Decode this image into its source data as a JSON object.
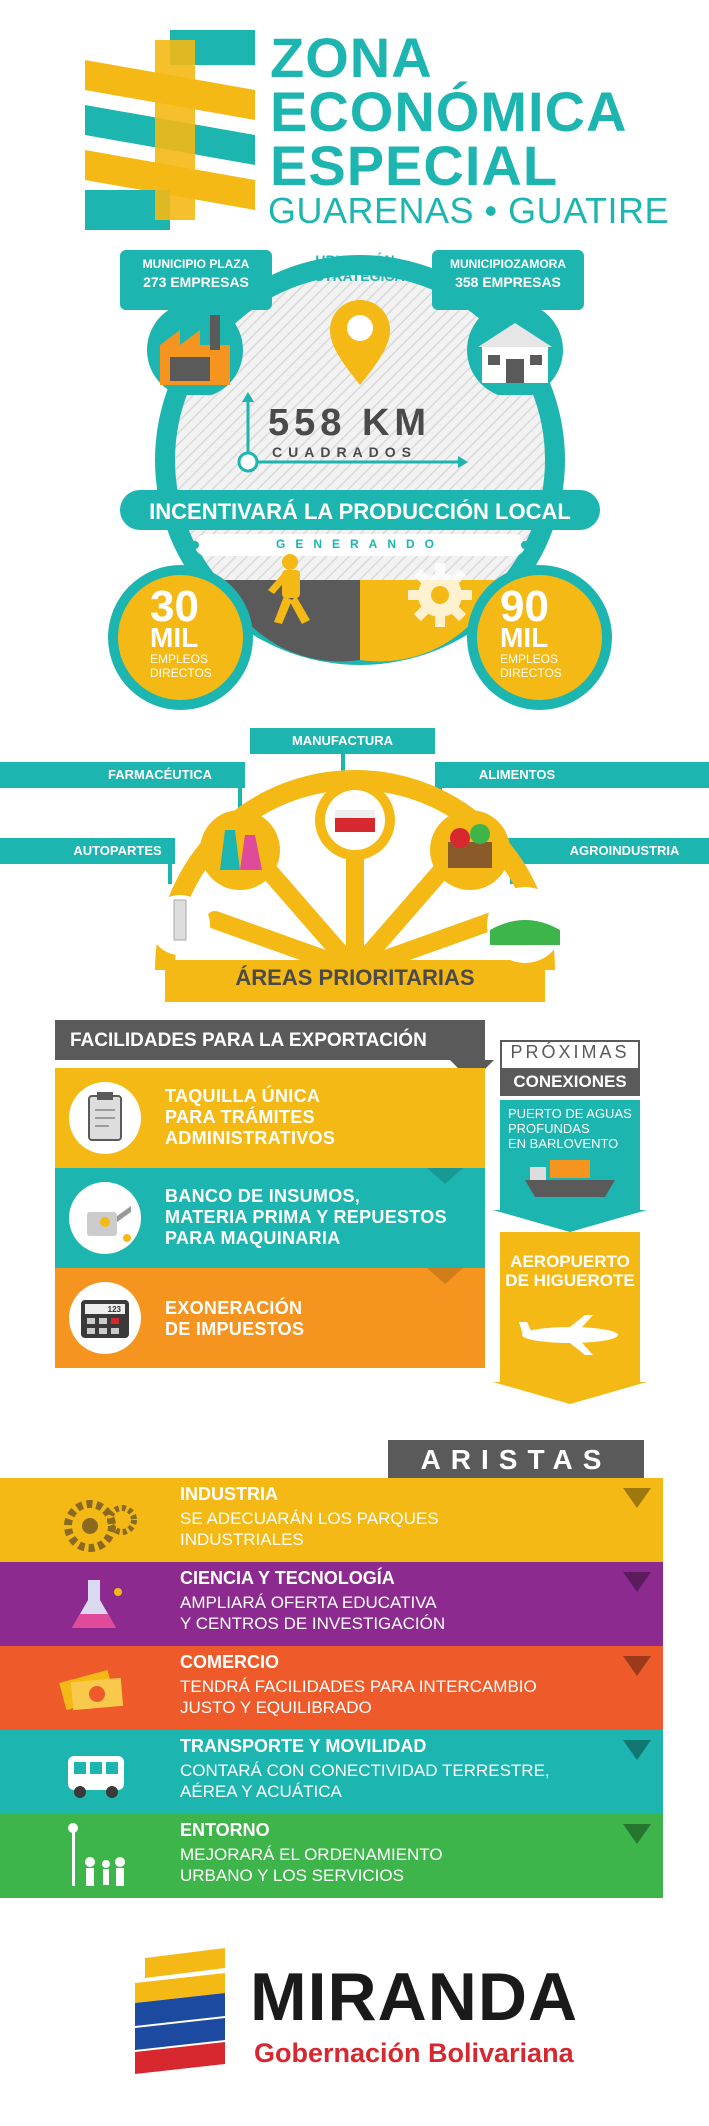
{
  "header": {
    "title_lines": [
      "ZONA",
      "ECONÓMICA",
      "ESPECIAL"
    ],
    "subtitle": "GUARENAS • GUATIRE"
  },
  "location": {
    "plaza": {
      "name": "MUNICIPIO PLAZA",
      "companies": "273 EMPRESAS"
    },
    "zamora": {
      "name": "MUNICIPIOZAMORA",
      "companies": "358 EMPRESAS"
    },
    "ubicacion": [
      "UBICACIÓN",
      "ESTRATÉGICA"
    ],
    "area_value": "558 KM",
    "area_unit": "CUADRADOS",
    "banner": "INCENTIVARÁ LA PRODUCCIÓN LOCAL",
    "generando": "GENERANDO",
    "left_jobs": {
      "num": "30",
      "unit": "MIL",
      "label": [
        "EMPLEOS",
        "DIRECTOS"
      ]
    },
    "right_jobs": {
      "num": "90",
      "unit": "MIL",
      "label": [
        "EMPLEOS",
        "DIRECTOS"
      ]
    }
  },
  "areas": {
    "sectors": {
      "manufactura": "MANUFACTURA",
      "farmaceutica": "FARMACÉUTICA",
      "alimentos": "ALIMENTOS",
      "autopartes": "AUTOPARTES",
      "agroindustria": "AGROINDUSTRIA"
    },
    "label": "ÁREAS PRIORITARIAS"
  },
  "export": {
    "title": "FACILIDADES PARA LA EXPORTACIÓN",
    "items": [
      {
        "lines": [
          "TAQUILLA ÚNICA",
          "PARA TRÁMITES",
          "ADMINISTRATIVOS"
        ],
        "color": "#f5b915"
      },
      {
        "lines": [
          "BANCO DE INSUMOS,",
          "MATERIA PRIMA Y REPUESTOS",
          "PARA MAQUINARIA"
        ],
        "color": "#1cb5b0"
      },
      {
        "lines": [
          "EXONERACIÓN",
          "DE IMPUESTOS"
        ],
        "color": "#f5951f"
      }
    ],
    "calc_display": "123"
  },
  "conexiones": {
    "title": [
      "PRÓXIMAS",
      "CONEXIONES"
    ],
    "puerto": [
      "PUERTO DE AGUAS",
      "PROFUNDAS",
      "EN BARLOVENTO"
    ],
    "aeropuerto": [
      "AEROPUERTO",
      "DE HIGUEROTE"
    ]
  },
  "aristas": {
    "title": "ARISTAS",
    "items": [
      {
        "head": "INDUSTRIA",
        "lines": [
          "SE ADECUARÁN LOS PARQUES",
          "INDUSTRIALES"
        ],
        "color": "#f5b915",
        "icon": "gears-icon"
      },
      {
        "head": "CIENCIA Y TECNOLOGÍA",
        "lines": [
          "AMPLIARÁ OFERTA EDUCATIVA",
          "Y CENTROS DE INVESTIGACIÓN"
        ],
        "color": "#8d2a8f",
        "icon": "flask-icon"
      },
      {
        "head": "COMERCIO",
        "lines": [
          "TENDRÁ FACILIDADES PARA INTERCAMBIO",
          "JUSTO Y EQUILIBRADO"
        ],
        "color": "#ef5a2a",
        "icon": "money-icon"
      },
      {
        "head": "TRANSPORTE Y MOVILIDAD",
        "lines": [
          "CONTARÁ CON CONECTIVIDAD TERRESTRE,",
          "AÉREA Y ACUÁTICA"
        ],
        "color": "#1cb5b0",
        "icon": "bus-icon"
      },
      {
        "head": "ENTORNO",
        "lines": [
          "MEJORARÁ EL ORDENAMIENTO",
          "URBANO Y LOS SERVICIOS"
        ],
        "color": "#3db54a",
        "icon": "people-icon"
      }
    ]
  },
  "footer": {
    "brand": "MIRANDA",
    "tagline": "Gobernación Bolivariana"
  },
  "colors": {
    "teal": "#1cb5b0",
    "yellow": "#f5b915",
    "orange": "#f5951f",
    "dark": "#4a4a4a",
    "red": "#d7282f"
  }
}
